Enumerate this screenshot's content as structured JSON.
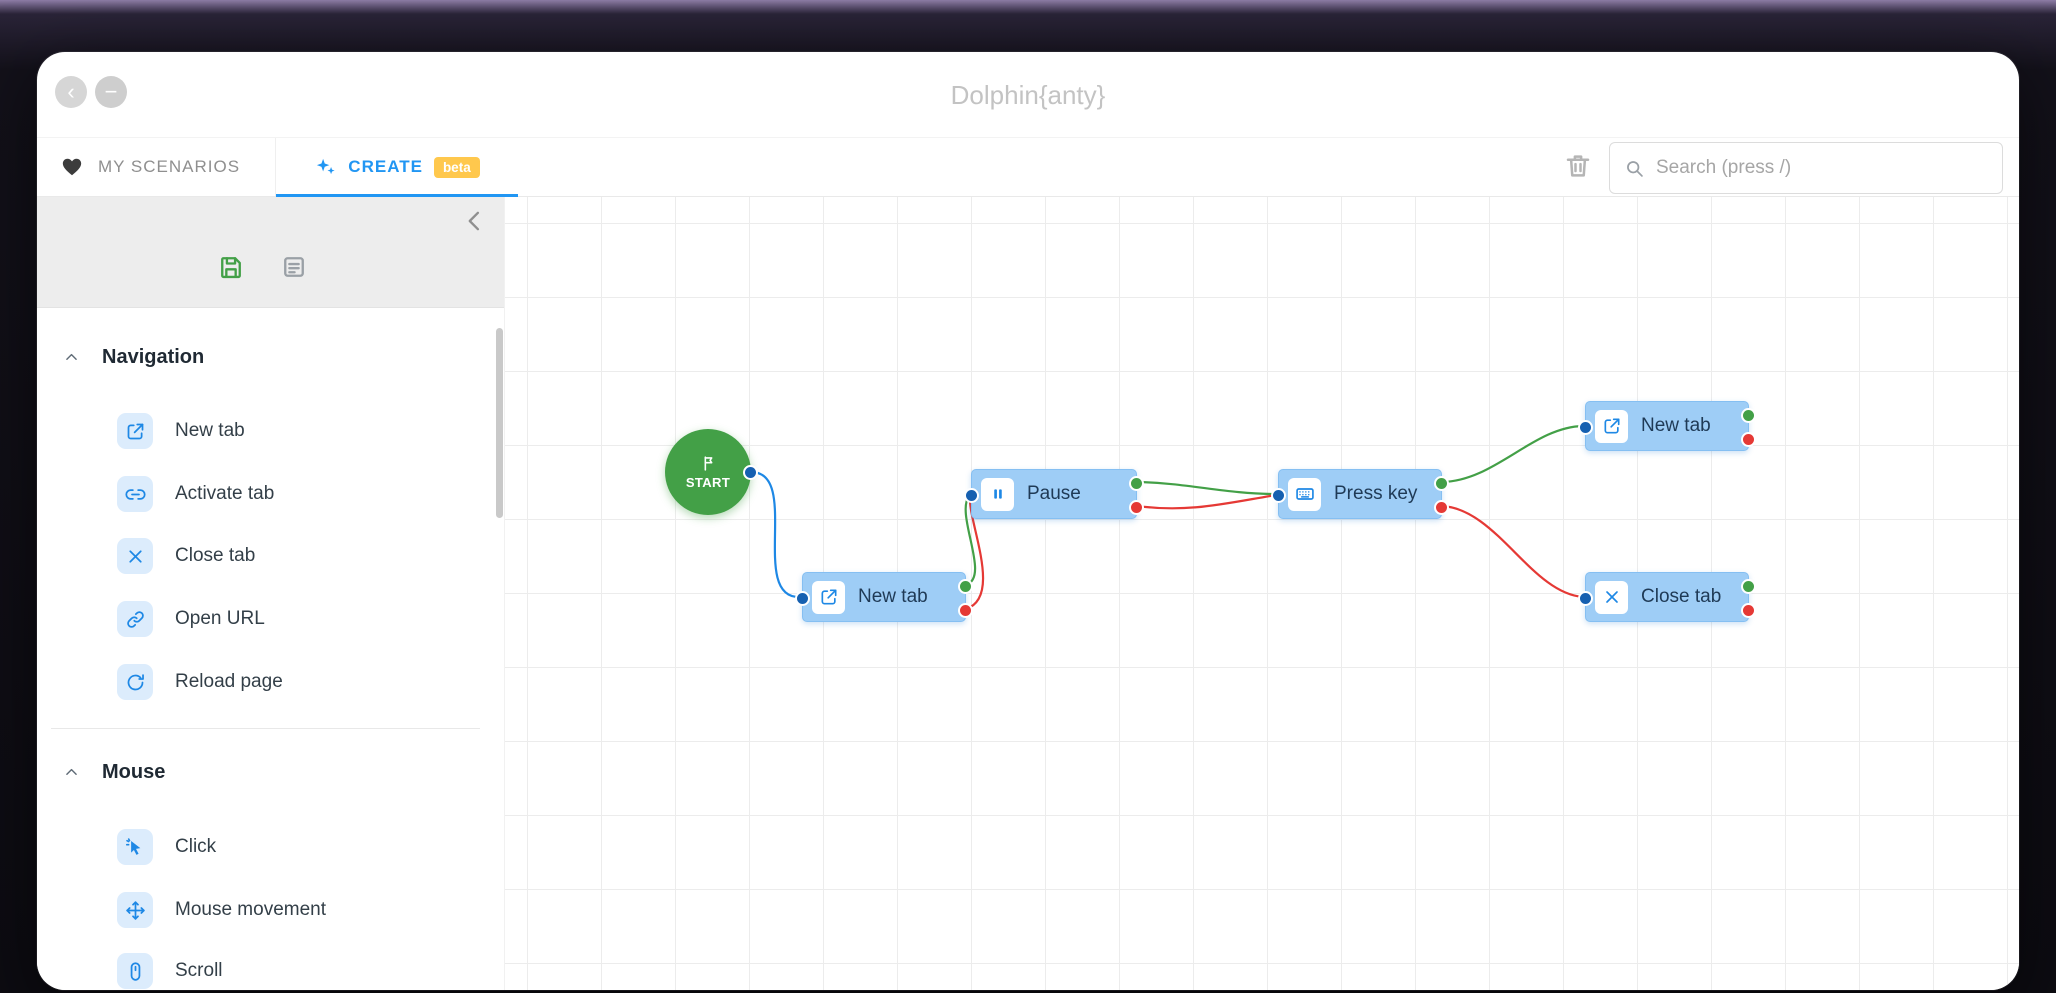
{
  "window": {
    "title": "Dolphin{anty}",
    "back_button_glyph": "‹",
    "minimize_button_glyph": "−"
  },
  "tabs": {
    "my_scenarios": "MY SCENARIOS",
    "create": "CREATE",
    "beta_badge": "beta"
  },
  "toolbar": {
    "search_placeholder": "Search (press /)"
  },
  "sidebar": {
    "sections": [
      {
        "title": "Navigation",
        "items": [
          {
            "label": "New tab",
            "icon": "new-tab-icon"
          },
          {
            "label": "Activate tab",
            "icon": "activate-tab-icon"
          },
          {
            "label": "Close tab",
            "icon": "close-tab-icon"
          },
          {
            "label": "Open URL",
            "icon": "open-url-icon"
          },
          {
            "label": "Reload page",
            "icon": "reload-page-icon"
          }
        ]
      },
      {
        "title": "Mouse",
        "items": [
          {
            "label": "Click",
            "icon": "click-icon"
          },
          {
            "label": "Mouse movement",
            "icon": "mouse-movement-icon"
          },
          {
            "label": "Scroll",
            "icon": "scroll-icon"
          }
        ]
      }
    ]
  },
  "canvas": {
    "start_node": {
      "label": "START",
      "icon": "flag-icon"
    },
    "nodes": [
      {
        "label": "New tab",
        "icon": "new-tab-icon"
      },
      {
        "label": "Pause",
        "icon": "pause-icon"
      },
      {
        "label": "Press key",
        "icon": "keyboard-icon"
      },
      {
        "label": "New tab",
        "icon": "new-tab-icon"
      },
      {
        "label": "Close tab",
        "icon": "close-tab-icon"
      }
    ],
    "edges": [
      {
        "from": "start",
        "to": "new-tab-1",
        "color": "#1e88e5"
      },
      {
        "from": "new-tab-1-success",
        "to": "pause",
        "color": "#43a047"
      },
      {
        "from": "new-tab-1-error",
        "to": "pause",
        "color": "#e53935"
      },
      {
        "from": "pause-success",
        "to": "press-key",
        "color": "#43a047"
      },
      {
        "from": "pause-error",
        "to": "press-key",
        "color": "#e53935"
      },
      {
        "from": "press-key-success",
        "to": "new-tab-2",
        "color": "#43a047"
      },
      {
        "from": "press-key-error",
        "to": "close-tab",
        "color": "#e53935"
      }
    ]
  },
  "colors": {
    "accent_blue": "#2196f3",
    "node_fill": "#9ecdf6",
    "success_green": "#43a047",
    "error_red": "#e53935",
    "input_port_blue": "#1660b0",
    "start_green": "#43a047",
    "beta_badge_bg": "#ffc84d"
  }
}
